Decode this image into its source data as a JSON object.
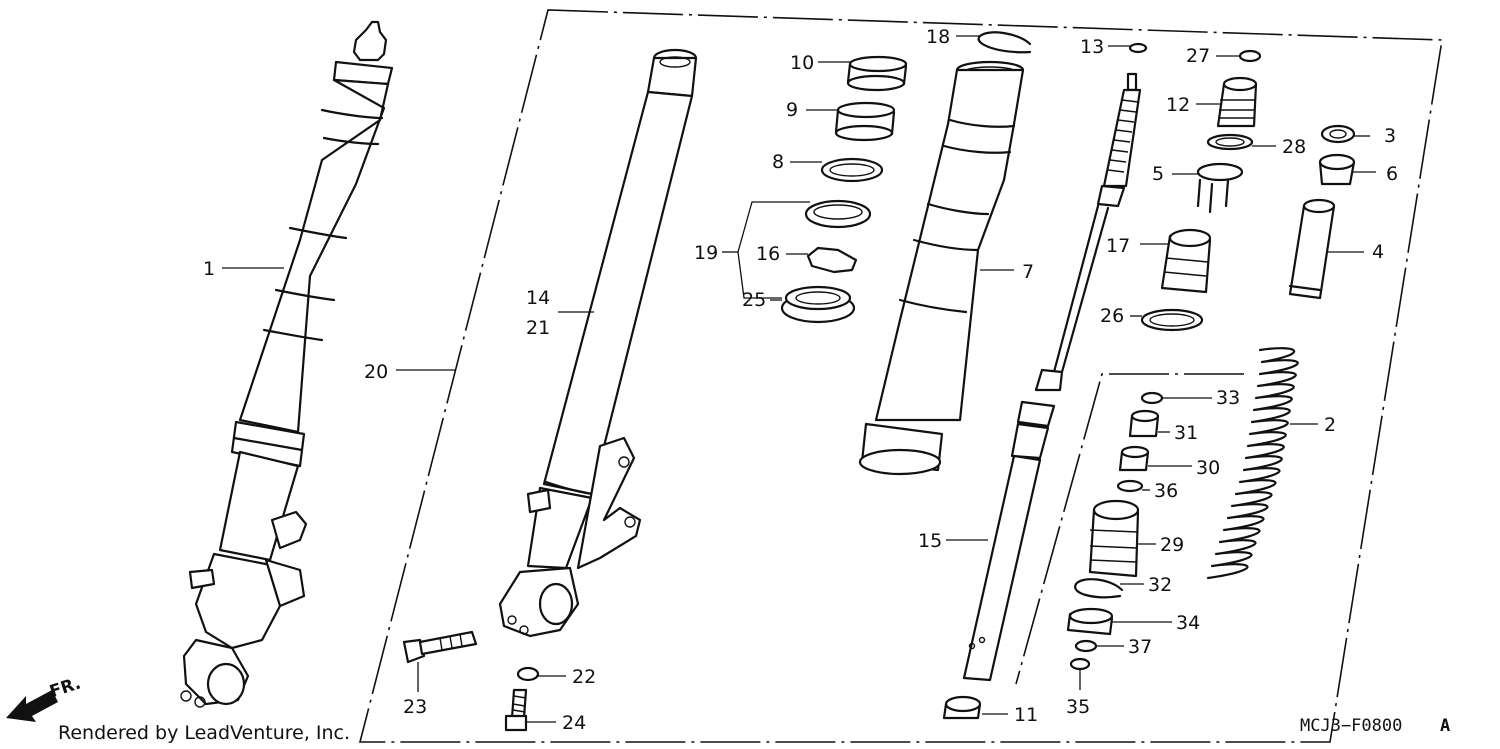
{
  "credit": "Rendered by LeadVenture, Inc.",
  "diagram_code": "MCJ3−F0800",
  "diagram_code_suffix": "A",
  "front_marker": "FR.",
  "callouts": {
    "c1": "1",
    "c2": "2",
    "c3": "3",
    "c4": "4",
    "c5": "5",
    "c6": "6",
    "c7": "7",
    "c8": "8",
    "c9": "9",
    "c10": "10",
    "c11": "11",
    "c12": "12",
    "c13": "13",
    "c14": "14",
    "c15": "15",
    "c16": "16",
    "c17": "17",
    "c18": "18",
    "c19": "19",
    "c20": "20",
    "c21": "21",
    "c22": "22",
    "c23": "23",
    "c24": "24",
    "c25": "25",
    "c26": "26",
    "c27": "27",
    "c28": "28",
    "c29": "29",
    "c30": "30",
    "c31": "31",
    "c32": "32",
    "c33": "33",
    "c34": "34",
    "c35": "35",
    "c36": "36",
    "c37": "37"
  }
}
